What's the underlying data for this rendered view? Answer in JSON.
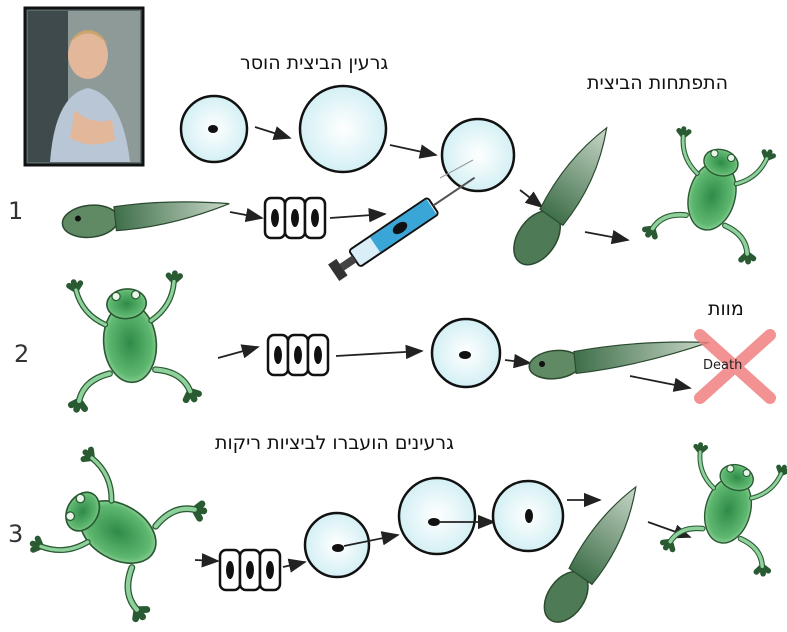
{
  "labels": {
    "nucleus_removed": "גרעין הביצית הוסר",
    "egg_development": "התפתחות הביצית",
    "death_he": "מוות",
    "death_en": "Death",
    "nuclei_transferred": "גרעינים הועברו לביציות ריקות",
    "row1": "1",
    "row2": "2",
    "row3": "3"
  },
  "colors": {
    "frog_green": "#3c9a52",
    "egg_fill": "#dff3f7",
    "tadpole": "#5f8a64",
    "death_x": "#f08080",
    "syringe": "#3aa6d8"
  },
  "icons": [
    "scientist-photo",
    "egg-cell",
    "cell-cluster",
    "tadpole",
    "frog",
    "syringe",
    "arrow",
    "death-x"
  ]
}
